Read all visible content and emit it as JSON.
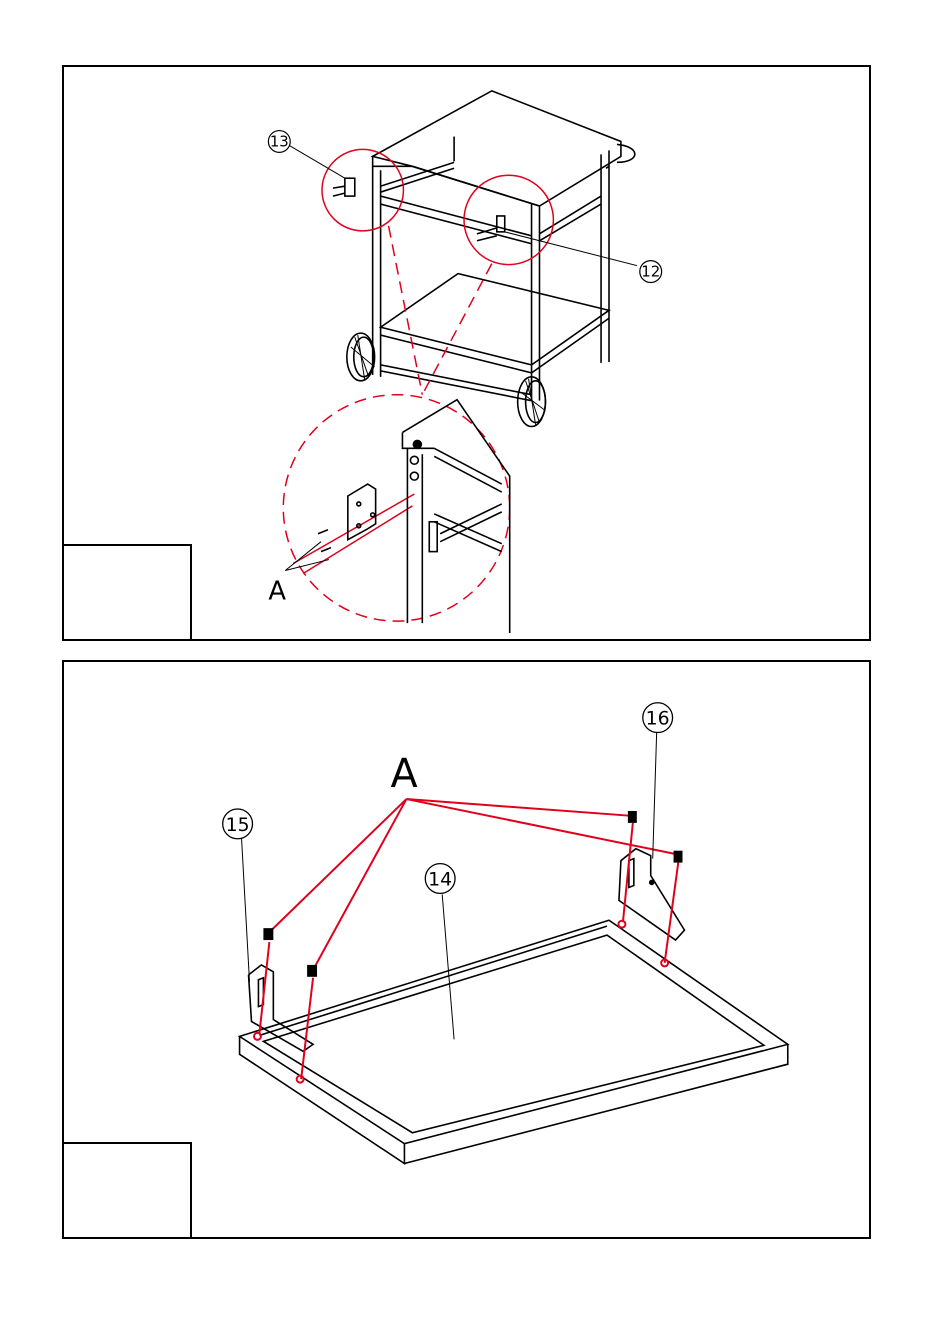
{
  "colors": {
    "line": "#000000",
    "accent": "#e0001b",
    "background": "#ffffff"
  },
  "step1": {
    "callouts": [
      {
        "id": "13",
        "label": "13"
      },
      {
        "id": "12",
        "label": "12"
      }
    ],
    "fastener_label": "A"
  },
  "step2": {
    "callouts": [
      {
        "id": "14",
        "label": "14"
      },
      {
        "id": "15",
        "label": "15"
      },
      {
        "id": "16",
        "label": "16"
      }
    ],
    "fastener_label": "A"
  }
}
